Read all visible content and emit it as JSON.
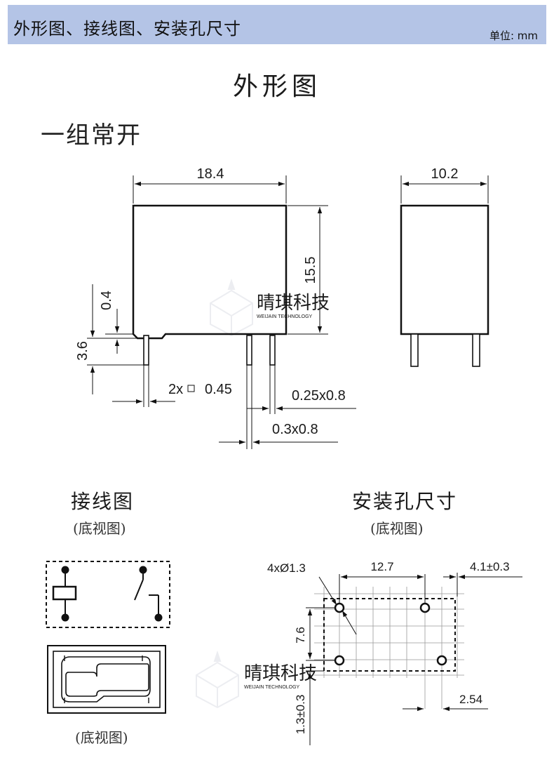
{
  "header": {
    "title": "外形图、接线图、安装孔尺寸",
    "unit": "单位: mm"
  },
  "outline": {
    "title": "外形图",
    "subtitle": "一组常开",
    "dims": {
      "width": "18.4",
      "depth": "10.2",
      "height": "15.5",
      "standoff": "0.4",
      "pin_length": "3.6",
      "pin_sq": "2x",
      "pin_sq_val": "0.45",
      "pin_flat_a": "0.25x0.8",
      "pin_flat_b": "0.3x0.8"
    }
  },
  "wiring": {
    "title": "接线图",
    "subtitle": "(底视图)",
    "bottom_label": "(底视图)"
  },
  "holes": {
    "title": "安装孔尺寸",
    "subtitle": "(底视图)",
    "dims": {
      "hole_dia": "4xØ1.3",
      "span_x": "12.7",
      "offset_x": "4.1±0.3",
      "span_y": "7.6",
      "offset_y": "1.3±0.3",
      "pitch": "2.54"
    }
  },
  "watermark": {
    "brand": "晴琪科技",
    "brand_sub": "WEIJAIN TECHNOLOGY"
  }
}
